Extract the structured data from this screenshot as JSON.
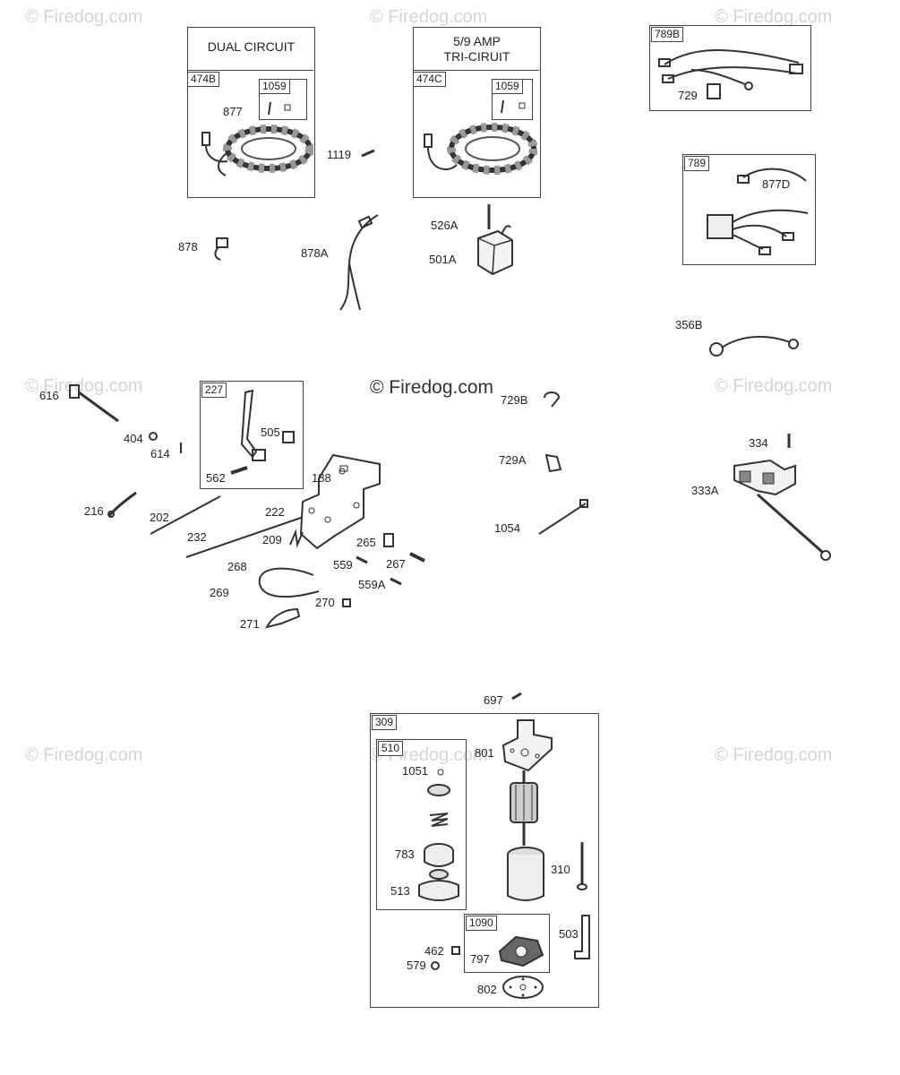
{
  "watermarks": {
    "main": "© Firedog.com",
    "repeat": "© Firedog.com"
  },
  "groups": {
    "dual_circuit": {
      "title": "DUAL CIRCUIT",
      "tag": "474B",
      "subtag": "1059"
    },
    "tri_circuit": {
      "title_line1": "5/9   AMP",
      "title_line2": "TRI-CIRUIT",
      "tag": "474C",
      "subtag": "1059"
    },
    "g789b": {
      "tag": "789B"
    },
    "g789": {
      "tag": "789"
    },
    "g227": {
      "tag": "227"
    },
    "g309": {
      "tag": "309"
    },
    "g510": {
      "tag": "510"
    },
    "g1090": {
      "tag": "1090"
    }
  },
  "labels": {
    "p877": "877",
    "p1119": "1119",
    "p878": "878",
    "p878A": "878A",
    "p526A": "526A",
    "p501A": "501A",
    "p729": "729",
    "p877D": "877D",
    "p356B": "356B",
    "p616": "616",
    "p404": "404",
    "p614": "614",
    "p505": "505",
    "p562": "562",
    "p188": "188",
    "p216": "216",
    "p202": "202",
    "p222": "222",
    "p232": "232",
    "p209": "209",
    "p265": "265",
    "p559": "559",
    "p267": "267",
    "p268": "268",
    "p559A": "559A",
    "p269": "269",
    "p270": "270",
    "p271": "271",
    "p729B": "729B",
    "p729A": "729A",
    "p1054": "1054",
    "p334": "334",
    "p333A": "333A",
    "p697": "697",
    "p801": "801",
    "p1051": "1051",
    "p783": "783",
    "p310": "310",
    "p513": "513",
    "p503": "503",
    "p462": "462",
    "p579": "579",
    "p797": "797",
    "p802": "802"
  }
}
